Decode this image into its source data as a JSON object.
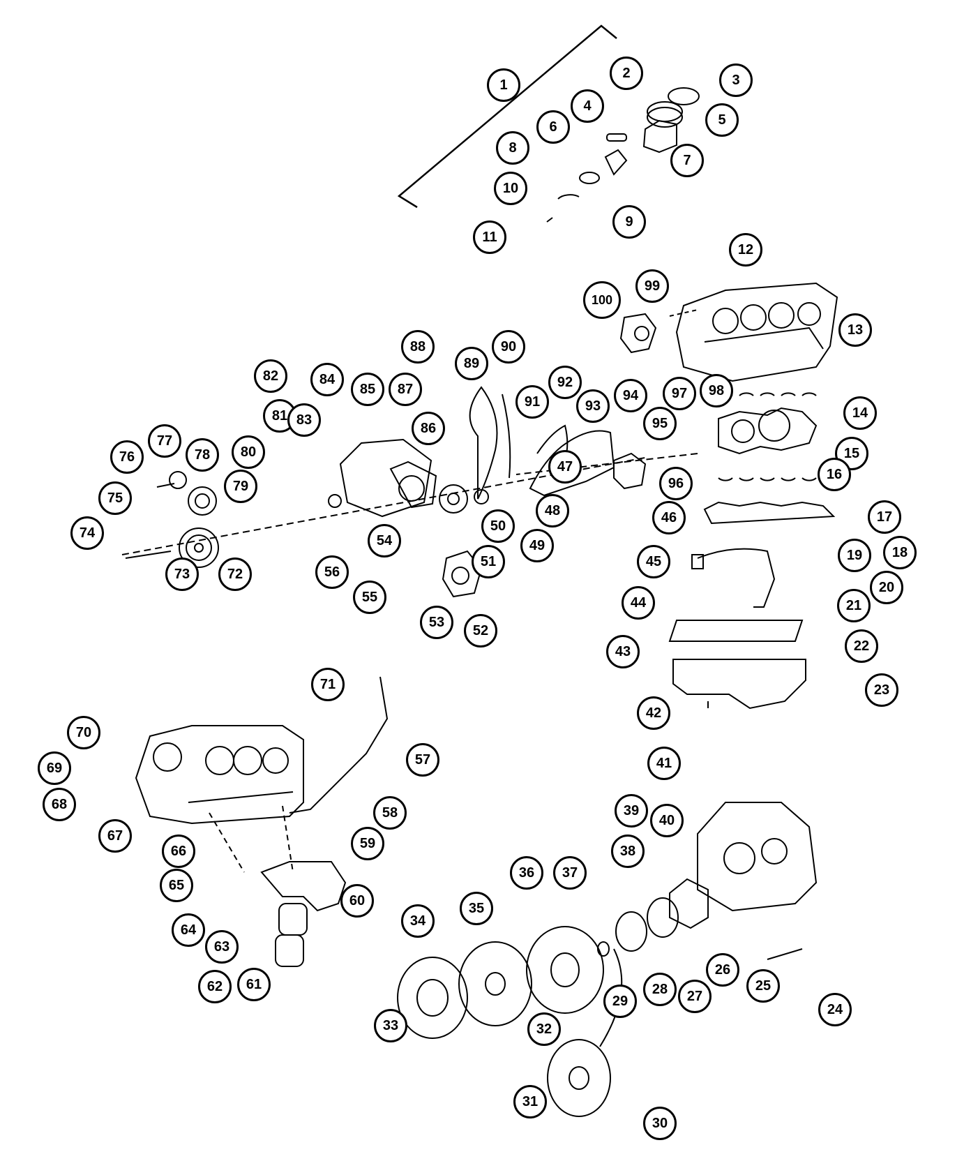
{
  "diagram": {
    "callouts": [
      "1",
      "2",
      "3",
      "4",
      "5",
      "6",
      "7",
      "8",
      "9",
      "10",
      "11",
      "12",
      "13",
      "14",
      "15",
      "16",
      "17",
      "18",
      "19",
      "20",
      "21",
      "22",
      "23",
      "24",
      "25",
      "26",
      "27",
      "28",
      "29",
      "30",
      "31",
      "32",
      "33",
      "34",
      "35",
      "36",
      "37",
      "38",
      "39",
      "40",
      "41",
      "42",
      "43",
      "44",
      "45",
      "46",
      "47",
      "48",
      "49",
      "50",
      "51",
      "52",
      "53",
      "54",
      "55",
      "56",
      "57",
      "58",
      "59",
      "60",
      "61",
      "62",
      "63",
      "64",
      "65",
      "66",
      "67",
      "68",
      "69",
      "70",
      "71",
      "72",
      "73",
      "74",
      "75",
      "76",
      "77",
      "78",
      "79",
      "80",
      "81",
      "82",
      "83",
      "84",
      "85",
      "86",
      "87",
      "88",
      "89",
      "90",
      "91",
      "92",
      "93",
      "94",
      "95",
      "96",
      "97",
      "98",
      "99",
      "100"
    ]
  }
}
